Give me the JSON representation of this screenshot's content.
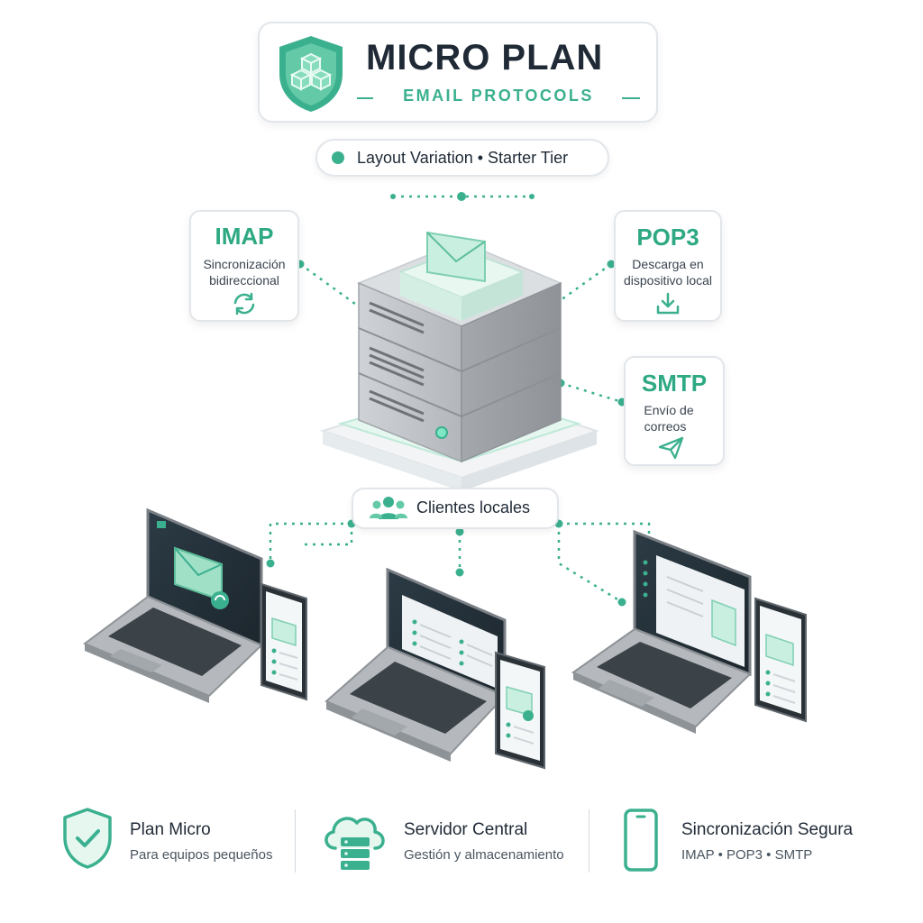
{
  "header": {
    "title": "MICRO PLAN",
    "subtitle": "EMAIL PROTOCOLS"
  },
  "tag": {
    "text": "Layout Variation • Starter Tier"
  },
  "protocols": {
    "imap": {
      "title": "IMAP",
      "line1": "Sincronización",
      "line2": "bidireccional",
      "icon": "sync-icon"
    },
    "pop3": {
      "title": "POP3",
      "line1": "Descarga en",
      "line2": "dispositivo local",
      "icon": "download-icon"
    },
    "smtp": {
      "title": "SMTP",
      "line1": "Envío de",
      "line2": "correos",
      "icon": "send-icon"
    }
  },
  "clients": {
    "label": "Clientes locales",
    "icon": "users-icon"
  },
  "footer": {
    "items": [
      {
        "title": "Plan Micro",
        "subtitle": "Para equipos pequeños",
        "icon": "shield-check-icon"
      },
      {
        "title": "Servidor Central",
        "subtitle": "Gestión y almacenamiento",
        "icon": "cloud-server-icon"
      },
      {
        "title": "Sincronización Segura",
        "subtitle": "IMAP • POP3 • SMTP",
        "icon": "smartphone-icon"
      }
    ]
  },
  "colors": {
    "accent": "#3bb08f",
    "accent_light": "#c9efe1",
    "text": "#1f2a36",
    "server_gray": "#a9adb2",
    "screen_dark": "#233039"
  }
}
